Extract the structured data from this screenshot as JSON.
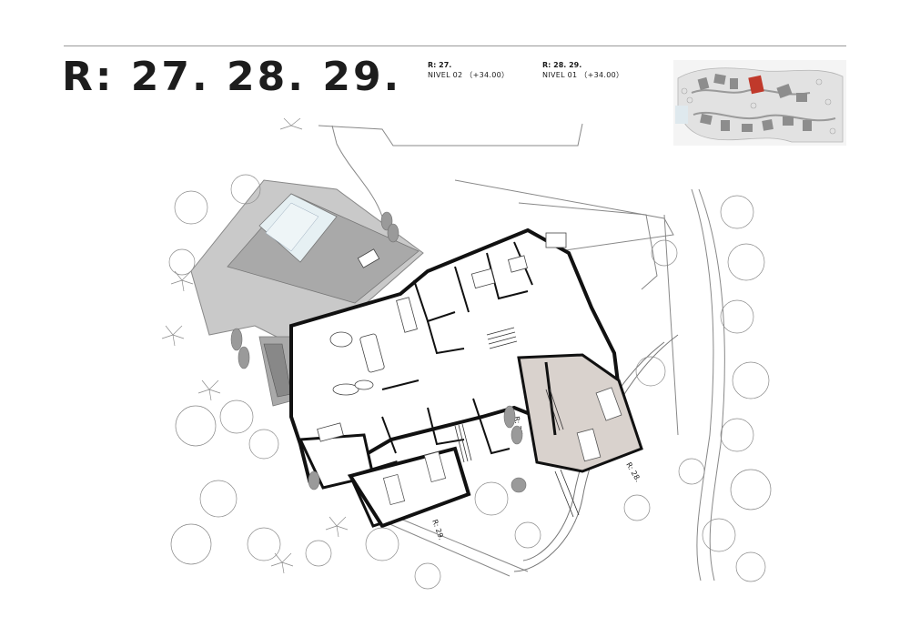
{
  "title": "R: 27. 28. 29.",
  "levels": [
    {
      "label": "R: 27.",
      "value": "NIVEL 02  （+34.00）"
    },
    {
      "label": "R: 28. 29.",
      "value": "NIVEL 01  （+34.00）"
    }
  ],
  "residence_tags": [
    "R: 27.",
    "R: 28.",
    "R: 29."
  ],
  "colors": {
    "accent_highlight": "#c0392b",
    "garage_fill": "#d9d2cd",
    "wall": "#111111",
    "terrace": "#bdbdbd",
    "pool_water": "#e6f0f3",
    "vegetation_stroke": "#8a8a8a"
  }
}
